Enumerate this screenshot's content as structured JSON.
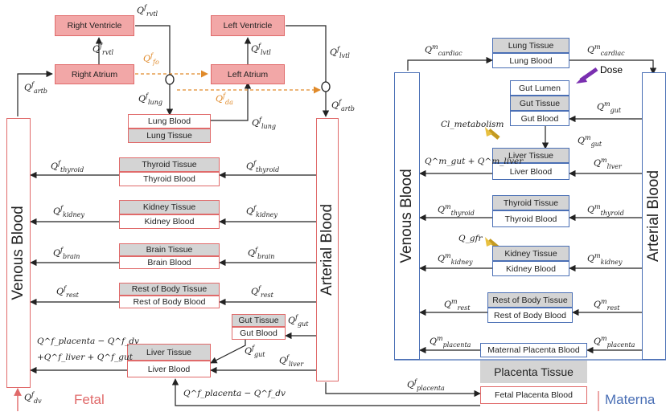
{
  "fetal": {
    "label": "Fetal",
    "right_ventricle": "Right Ventricle",
    "left_ventricle": "Left Ventricle",
    "right_atrium": "Right Atrium",
    "left_atrium": "Left Atrium",
    "lung_blood": "Lung Blood",
    "lung_tissue": "Lung Tissue",
    "venous_blood": "Venous Blood",
    "arterial_blood": "Arterial Blood",
    "thyroid_tissue": "Thyroid Tissue",
    "thyroid_blood": "Thyroid Blood",
    "kidney_tissue": "Kidney Tissue",
    "kidney_blood": "Kidney Blood",
    "brain_tissue": "Brain Tissue",
    "brain_blood": "Brain Blood",
    "rest_tissue": "Rest of Body Tissue",
    "rest_blood": "Rest of Body Blood",
    "gut_tissue": "Gut Tissue",
    "gut_blood": "Gut Blood",
    "liver_tissue": "Liver Tissue",
    "liver_blood": "Liver Blood"
  },
  "maternal": {
    "label": "Materna",
    "venous_blood": "Venous Blood",
    "arterial_blood": "Arterial Blood",
    "lung_tissue": "Lung Tissue",
    "lung_blood": "Lung Blood",
    "gut_lumen": "Gut Lumen",
    "gut_tissue": "Gut Tissue",
    "gut_blood": "Gut Blood",
    "dose": "Dose",
    "liver_tissue": "Liver Tissue",
    "liver_blood": "Liver Blood",
    "thyroid_tissue": "Thyroid Tissue",
    "thyroid_blood": "Thyroid Blood",
    "kidney_tissue": "Kidney Tissue",
    "kidney_blood": "Kidney Blood",
    "rest_tissue": "Rest of Body Tissue",
    "rest_blood": "Rest of Body Blood",
    "maternal_placenta_blood": "Maternal Placenta Blood",
    "placenta_tissue": "Placenta Tissue",
    "fetal_placenta_blood": "Fetal Placenta Blood"
  },
  "flows": {
    "rvtl_top": {
      "q": "Q",
      "sup": "f",
      "sub": "rvtl"
    },
    "rvtl": {
      "q": "Q",
      "sup": "f",
      "sub": "rvtl"
    },
    "lvtl_left": {
      "q": "Q",
      "sup": "f",
      "sub": "lvtl"
    },
    "lvtl_right": {
      "q": "Q",
      "sup": "f",
      "sub": "lvtl"
    },
    "fo": {
      "q": "Q",
      "sup": "f",
      "sub": "fo"
    },
    "da": {
      "q": "Q",
      "sup": "f",
      "sub": "da"
    },
    "artb_left": {
      "q": "Q",
      "sup": "f",
      "sub": "artb"
    },
    "artb_right": {
      "q": "Q",
      "sup": "f",
      "sub": "artb"
    },
    "lung_in": {
      "q": "Q",
      "sup": "f",
      "sub": "lung"
    },
    "lung_out": {
      "q": "Q",
      "sup": "f",
      "sub": "lung"
    },
    "thyroid_l": {
      "q": "Q",
      "sup": "f",
      "sub": "thyroid"
    },
    "thyroid_r": {
      "q": "Q",
      "sup": "f",
      "sub": "thyroid"
    },
    "kidney_l": {
      "q": "Q",
      "sup": "f",
      "sub": "kidney"
    },
    "kidney_r": {
      "q": "Q",
      "sup": "f",
      "sub": "kidney"
    },
    "brain_l": {
      "q": "Q",
      "sup": "f",
      "sub": "brain"
    },
    "brain_r": {
      "q": "Q",
      "sup": "f",
      "sub": "brain"
    },
    "rest_l": {
      "q": "Q",
      "sup": "f",
      "sub": "rest"
    },
    "rest_r": {
      "q": "Q",
      "sup": "f",
      "sub": "rest"
    },
    "gut_in": {
      "q": "Q",
      "sup": "f",
      "sub": "gut"
    },
    "gut_out": {
      "q": "Q",
      "sup": "f",
      "sub": "gut"
    },
    "liver_in": {
      "q": "Q",
      "sup": "f",
      "sub": "liver"
    },
    "dv": {
      "q": "Q",
      "sup": "f",
      "sub": "dv"
    },
    "placenta_f": {
      "q": "Q",
      "sup": "f",
      "sub": "placenta"
    },
    "m_cardiac_l": {
      "q": "Q",
      "sup": "m",
      "sub": "cardiac"
    },
    "m_cardiac_r": {
      "q": "Q",
      "sup": "m",
      "sub": "cardiac"
    },
    "m_gut": {
      "q": "Q",
      "sup": "m",
      "sub": "gut"
    },
    "m_gut2": {
      "q": "Q",
      "sup": "m",
      "sub": "gut"
    },
    "m_liver": {
      "q": "Q",
      "sup": "m",
      "sub": "liver"
    },
    "m_thyroid_l": {
      "q": "Q",
      "sup": "m",
      "sub": "thyroid"
    },
    "m_thyroid_r": {
      "q": "Q",
      "sup": "m",
      "sub": "thyroid"
    },
    "m_kidney_l": {
      "q": "Q",
      "sup": "m",
      "sub": "kidney"
    },
    "m_kidney_r": {
      "q": "Q",
      "sup": "m",
      "sub": "kidney"
    },
    "m_rest_l": {
      "q": "Q",
      "sup": "m",
      "sub": "rest"
    },
    "m_rest_r": {
      "q": "Q",
      "sup": "m",
      "sub": "rest"
    },
    "m_placenta_l": {
      "q": "Q",
      "sup": "m",
      "sub": "placenta"
    },
    "m_placenta_r": {
      "q": "Q",
      "sup": "m",
      "sub": "placenta"
    }
  },
  "compound_labels": {
    "placenta_dv_bottom": "Q^f_placenta − Q^f_dv",
    "fetal_liver_out_line1": "Q^f_placenta − Q^f_dv",
    "fetal_liver_out_line2": "+Q^f_liver + Q^f_gut",
    "maternal_gut_liver_out": "Q^m_gut + Q^m_liver",
    "clearance_metabolism": "Cl_metabolism",
    "gfr": "Q_gfr"
  },
  "colors": {
    "fetal_red": "#e06a6a",
    "fetal_pink_fill": "#f2a7a7",
    "maternal_blue": "#4a6fb5",
    "shunt_orange": "#e08a2a",
    "tissue_gray": "#d4d4d4",
    "dose_arrow_purple": "#7a2fb0",
    "clearance_arrow_yellow": "#e8c040"
  }
}
